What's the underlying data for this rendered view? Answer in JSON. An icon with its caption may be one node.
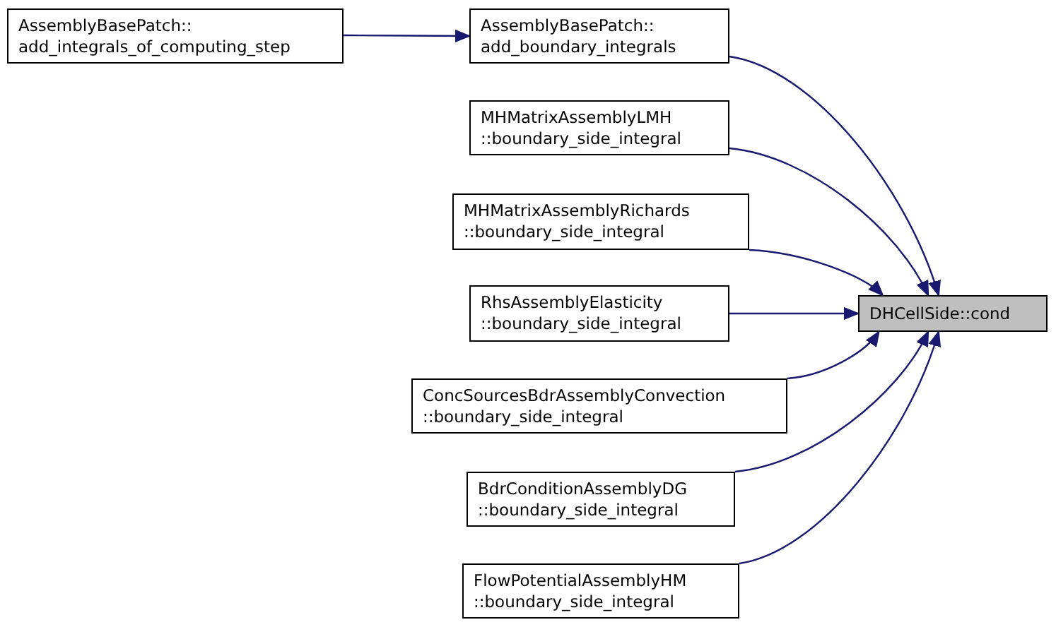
{
  "diagram": {
    "nodes": [
      {
        "text": [
          "AssemblyBasePatch:: add_integrals_of_computing_step"
        ]
      },
      {
        "text": [
          "AssemblyBasePatch:: add_boundary_integrals"
        ]
      },
      {
        "text": [
          "MHMatrixAssemblyLMH ::boundary_side_integral"
        ]
      },
      {
        "text": [
          "MHMatrixAssemblyRichards ::boundary_side_integral"
        ]
      },
      {
        "text": [
          "RhsAssemblyElasticity ::boundary_side_integral"
        ]
      },
      {
        "text": [
          "ConcSourcesBdrAssemblyConvection ::boundary_side_integral"
        ]
      },
      {
        "text": [
          "BdrConditionAssemblyDG ::boundary_side_integral"
        ]
      },
      {
        "text": [
          "FlowPotentialAssemblyHM ::boundary_side_integral"
        ]
      },
      {
        "text": [
          "DHCellSide::cond"
        ]
      }
    ],
    "edges": [
      {
        "from": 0,
        "to": 1,
        "arrow": "to"
      },
      {
        "from": 1,
        "to": 8,
        "arrow": "to"
      },
      {
        "from": 2,
        "to": 8,
        "arrow": "to"
      },
      {
        "from": 3,
        "to": 8,
        "arrow": "to"
      },
      {
        "from": 4,
        "to": 8,
        "arrow": "to"
      },
      {
        "from": 5,
        "to": 8,
        "arrow": "to"
      },
      {
        "from": 6,
        "to": 8,
        "arrow": "to"
      },
      {
        "from": 7,
        "to": 8,
        "arrow": "to"
      }
    ]
  }
}
